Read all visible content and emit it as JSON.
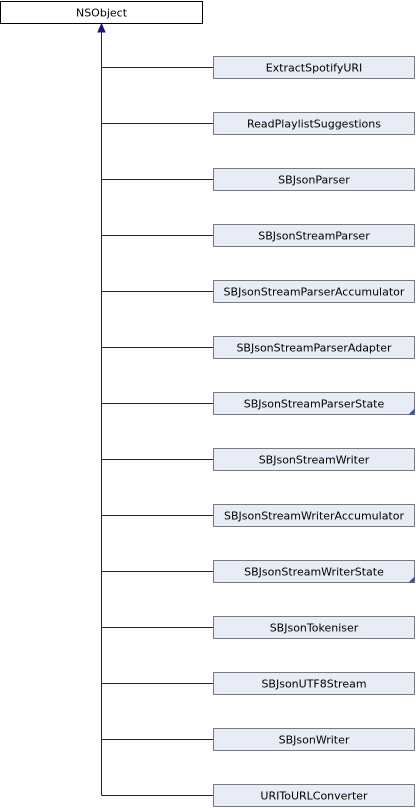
{
  "root": {
    "label": "NSObject"
  },
  "classes": [
    {
      "label": "ExtractSpotifyURI",
      "has_children": false
    },
    {
      "label": "ReadPlaylistSuggestions",
      "has_children": false
    },
    {
      "label": "SBJsonParser",
      "has_children": false
    },
    {
      "label": "SBJsonStreamParser",
      "has_children": false
    },
    {
      "label": "SBJsonStreamParserAccumulator",
      "has_children": false
    },
    {
      "label": "SBJsonStreamParserAdapter",
      "has_children": false
    },
    {
      "label": "SBJsonStreamParserState",
      "has_children": true
    },
    {
      "label": "SBJsonStreamWriter",
      "has_children": false
    },
    {
      "label": "SBJsonStreamWriterAccumulator",
      "has_children": false
    },
    {
      "label": "SBJsonStreamWriterState",
      "has_children": true
    },
    {
      "label": "SBJsonTokeniser",
      "has_children": false
    },
    {
      "label": "SBJsonUTF8Stream",
      "has_children": false
    },
    {
      "label": "SBJsonWriter",
      "has_children": false
    },
    {
      "label": "URIToURLConverter",
      "has_children": false
    }
  ],
  "colors": {
    "root_fill": "#ffffff",
    "root_stroke": "#000000",
    "node_fill": "#e8ecf6",
    "node_stroke": "#7a7a7a",
    "edge": "#191970",
    "text": "#000000"
  }
}
